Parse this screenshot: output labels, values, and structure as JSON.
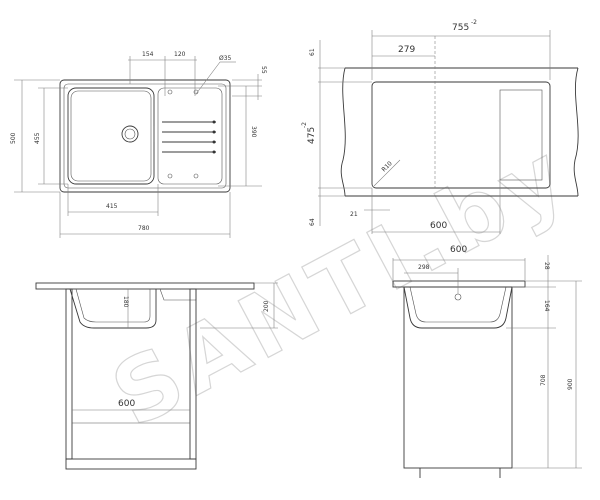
{
  "watermark": "SANTI.by",
  "top_view": {
    "width": "780",
    "height": "500",
    "bowl_height": "455",
    "bowl_width": "415",
    "dim_154": "154",
    "dim_120": "120",
    "hole_diameter": "Ø35",
    "dim_55": "55",
    "dim_390": "390"
  },
  "cutout": {
    "width": "755",
    "width_tol": "-2",
    "height": "475",
    "height_tol": "-2",
    "dim_279": "279",
    "dim_61": "61",
    "dim_64": "64",
    "dim_21": "21",
    "dim_600": "600",
    "radius": "R10"
  },
  "front_view": {
    "depth": "180",
    "dim_200": "200",
    "cabinet_width": "600"
  },
  "side_view": {
    "width": "600",
    "dim_298": "298",
    "dim_28": "28",
    "dim_164": "164",
    "dim_708": "708",
    "dim_900": "900"
  }
}
